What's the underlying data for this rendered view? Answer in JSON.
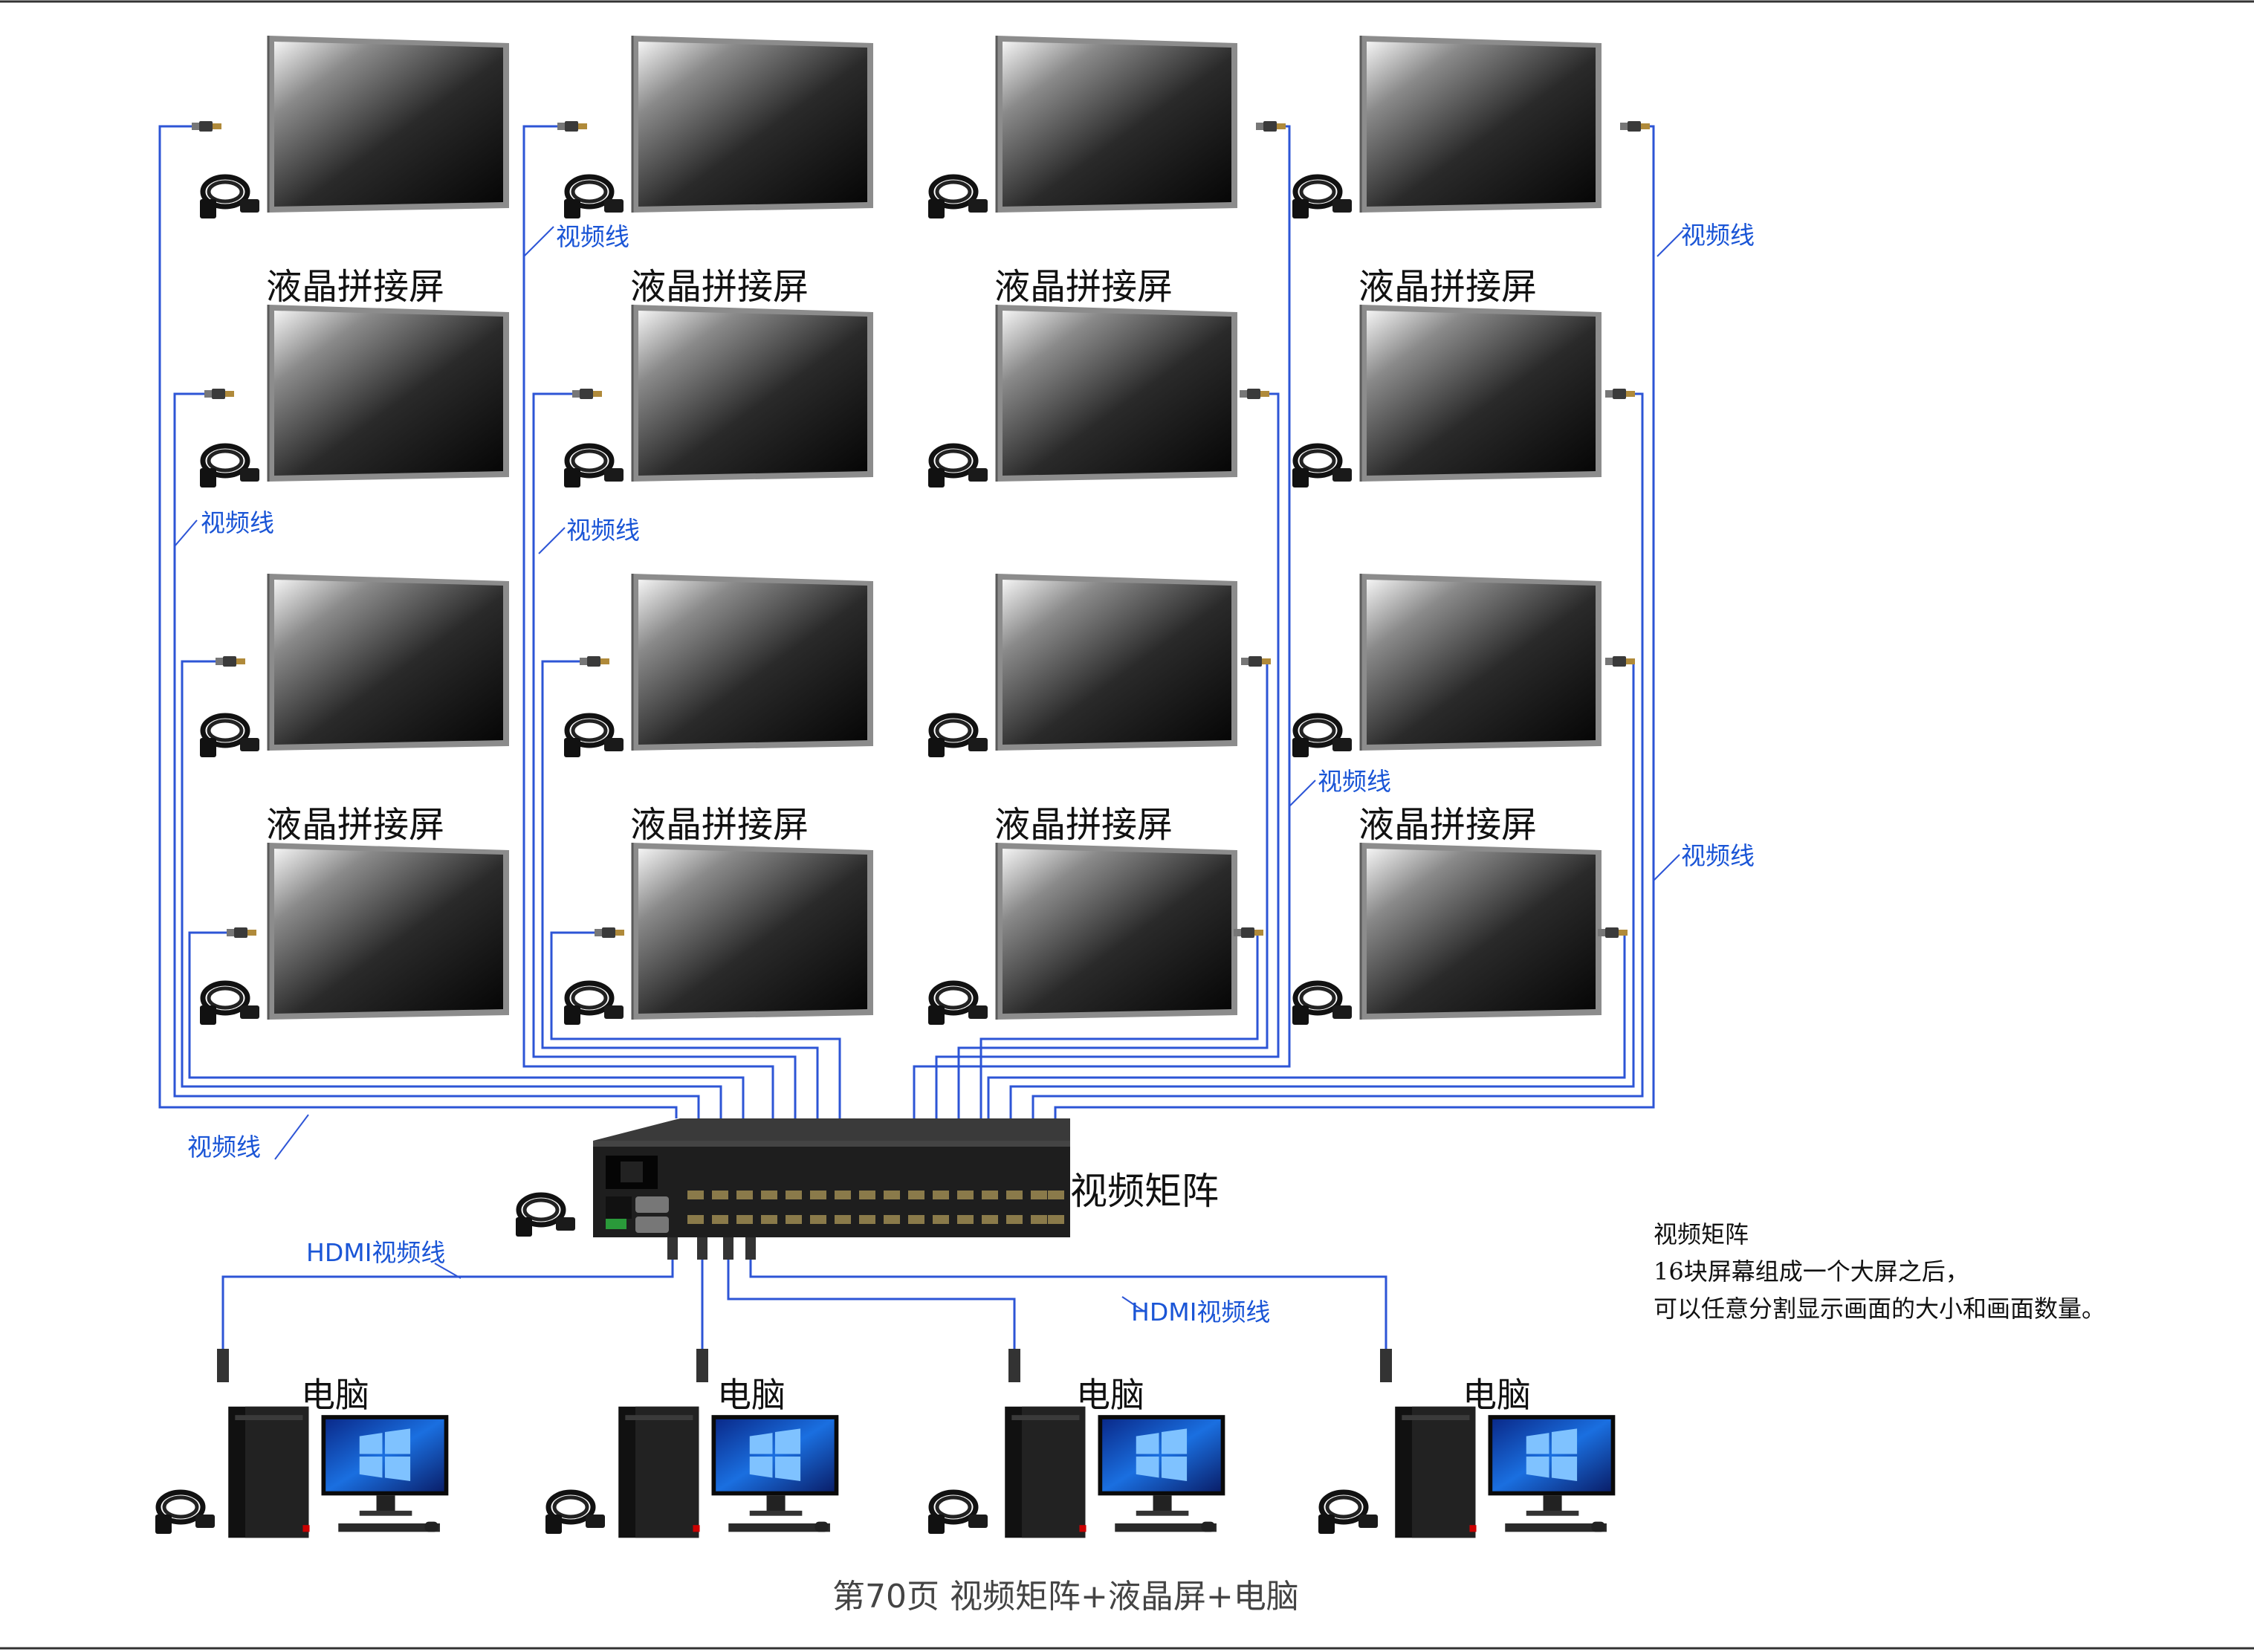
{
  "screen_label": "液晶拼接屏",
  "video_cable_label": "视频线",
  "hdmi_cable_label": "HDMI视频线",
  "matrix_label": "视频矩阵",
  "computer_label": "电脑",
  "note": {
    "title": "视频矩阵",
    "line1": "16块屏幕组成一个大屏之后，",
    "line2": "可以任意分割显示画面的大小和画面数量。"
  },
  "footer": "第70页  视频矩阵+液晶屏+电脑",
  "colors": {
    "cable": "#2d55d6",
    "label_blue": "#1a55d6",
    "screen_bezel": "#9a9a9a",
    "matrix_body": "#1e1e1e"
  },
  "icons": [
    "lcd-screen-icon",
    "power-cord-icon",
    "hdmi-plug-icon",
    "video-matrix-icon",
    "desktop-computer-icon"
  ]
}
